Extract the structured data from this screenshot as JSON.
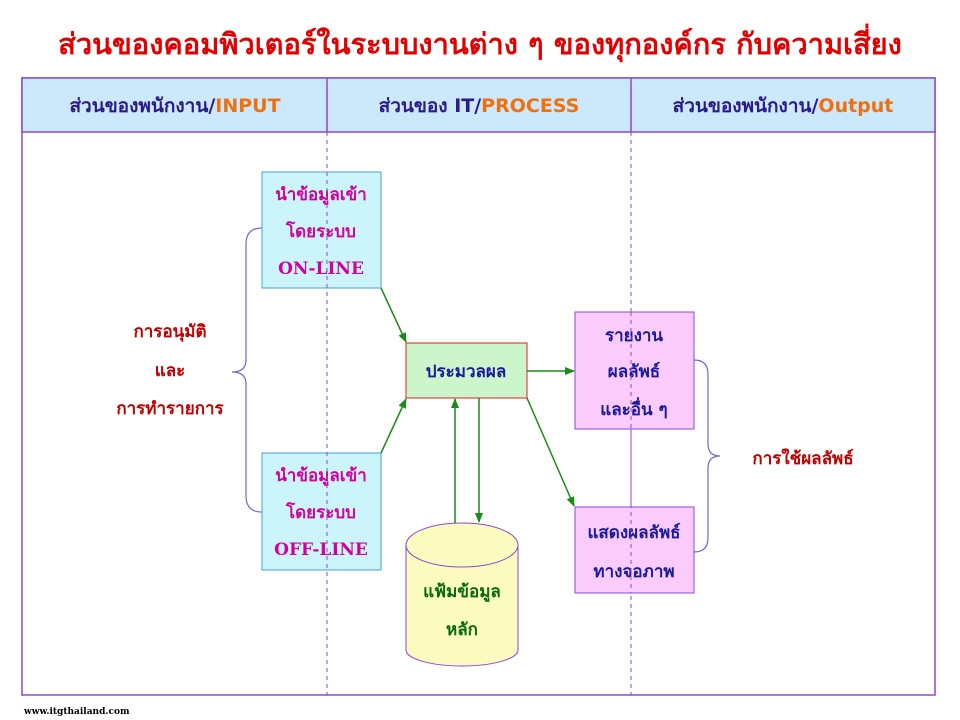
{
  "title": "ส่วนของคอมพิวเตอร์ในระบบงานต่าง ๆ ของทุกองค์กร กับความเสี่ยง",
  "columns": [
    {
      "prefix": "ส่วนของพนักงาน/",
      "accent": "INPUT"
    },
    {
      "prefix": "ส่วนของ IT/",
      "accent": "PROCESS"
    },
    {
      "prefix": "ส่วนของพนักงาน/",
      "accent": "Output"
    }
  ],
  "left_label": [
    "การอนุมัติ",
    "และ",
    "การทำรายการ"
  ],
  "online_box": [
    "นำข้อมูลเข้า",
    "โดยระบบ",
    "ON-LINE"
  ],
  "offline_box": [
    "นำข้อมูลเข้า",
    "โดยระบบ",
    "OFF-LINE"
  ],
  "process_box": "ประมวลผล",
  "master_file": [
    "แฟ้มข้อมูล",
    "หลัก"
  ],
  "report_box": [
    "รายงาน",
    "ผลลัพธ์",
    "และอื่น ๆ"
  ],
  "display_box": [
    "แสดงผลลัพธ์",
    "ทางจอภาพ"
  ],
  "right_label": "การใช้ผลลัพธ์",
  "footer": "www.itgthailand.com",
  "colors": {
    "title": "#e00000",
    "header_bg": "#cce8fb",
    "frame": "#8a4ad0",
    "arrow": "#1a8a1a",
    "input_box": "#ccf5fb",
    "process_box": "#ccf5cc",
    "output_box": "#fbccfb",
    "cylinder": "#fbfbc0"
  }
}
